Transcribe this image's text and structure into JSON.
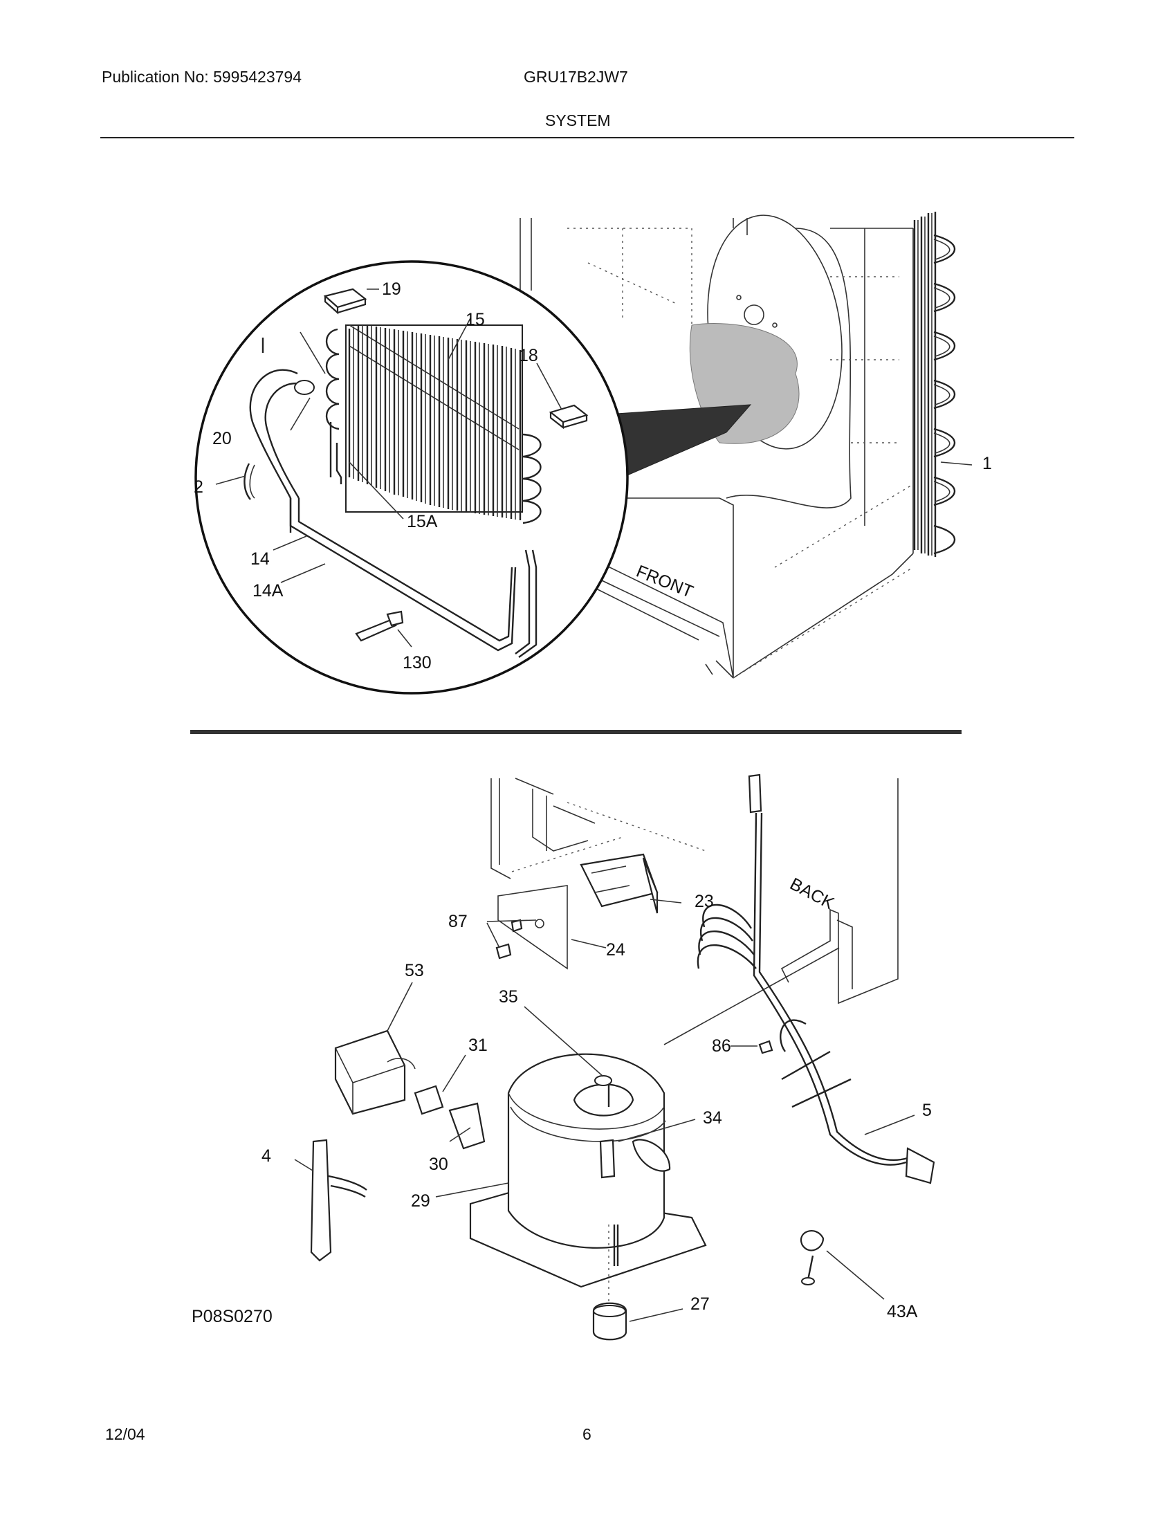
{
  "header": {
    "publication": "Publication No: 5995423794",
    "model": "GRU17B2JW7",
    "section": "SYSTEM"
  },
  "footer": {
    "date": "12/04",
    "page": "6"
  },
  "diagram": {
    "drawing_code": "P08S0270",
    "cabinet_labels": [
      "FRONT",
      "BACK"
    ],
    "part_labels": {
      "p19": "19",
      "p15": "15",
      "p18": "18",
      "p20": "20",
      "p2": "2",
      "p15a": "15A",
      "p14": "14",
      "p14a": "14A",
      "p130": "130",
      "p1": "1",
      "p23": "23",
      "p87": "87",
      "p24": "24",
      "p53": "53",
      "p35": "35",
      "p31": "31",
      "p86": "86",
      "p5": "5",
      "p34": "34",
      "p30": "30",
      "p4": "4",
      "p29": "29",
      "p27": "27",
      "p43a": "43A"
    }
  }
}
